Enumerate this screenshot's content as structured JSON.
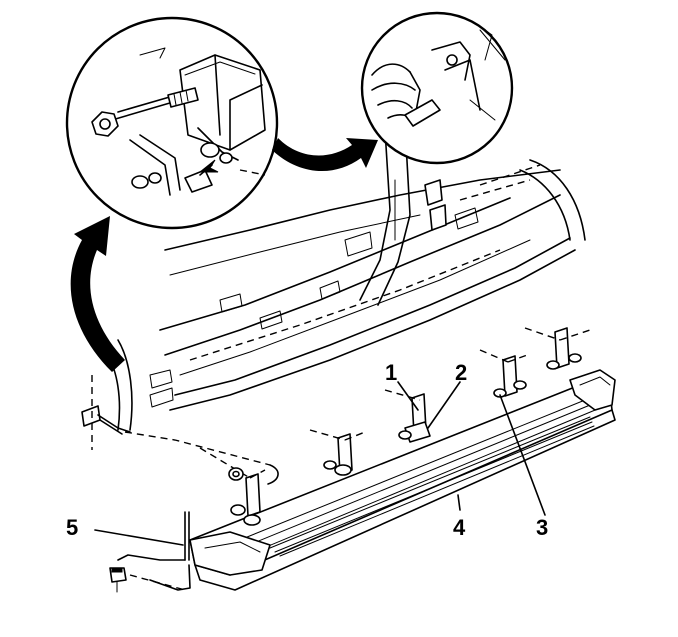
{
  "callouts": [
    {
      "id": "1",
      "label": "1"
    },
    {
      "id": "2",
      "label": "2"
    },
    {
      "id": "3",
      "label": "3"
    },
    {
      "id": "4",
      "label": "4"
    },
    {
      "id": "5",
      "label": "5"
    }
  ],
  "colors": {
    "line": "#000000",
    "background": "#ffffff"
  },
  "icons": [
    "curved-arrow-icon",
    "magnifier-circle-icon"
  ]
}
